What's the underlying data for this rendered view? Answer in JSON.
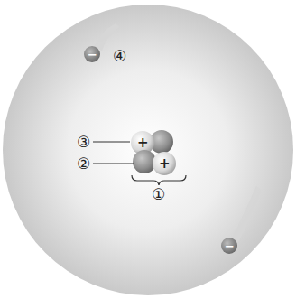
{
  "diagram": {
    "labels": [
      "④",
      "③",
      "②",
      "①",
      "+",
      "+",
      "−",
      "−"
    ]
  }
}
